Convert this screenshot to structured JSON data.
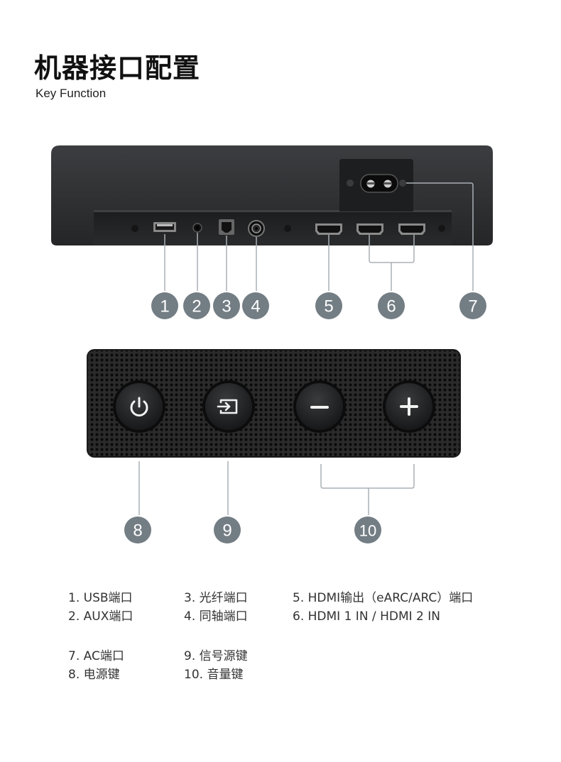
{
  "header": {
    "title": "机器接口配置",
    "subtitle": "Key Function"
  },
  "badges": [
    "1",
    "2",
    "3",
    "4",
    "5",
    "6",
    "7",
    "8",
    "9",
    "10"
  ],
  "legend": {
    "col1": [
      "1. USB端口",
      "2. AUX端口",
      "7. AC端口",
      "8. 电源键"
    ],
    "col2": [
      "3. 光纤端口",
      "4. 同轴端口",
      "9. 信号源键",
      "10. 音量键"
    ],
    "col3": [
      "5. HDMI输出（eARC/ARC）端口",
      "6. HDMI 1 IN / HDMI 2 IN"
    ]
  },
  "colors": {
    "badge": "#737d84",
    "device": "#2e2f31",
    "leader": "#a9b0b5"
  },
  "icons": [
    "power-icon",
    "input-source-icon",
    "minus-icon",
    "plus-icon"
  ]
}
